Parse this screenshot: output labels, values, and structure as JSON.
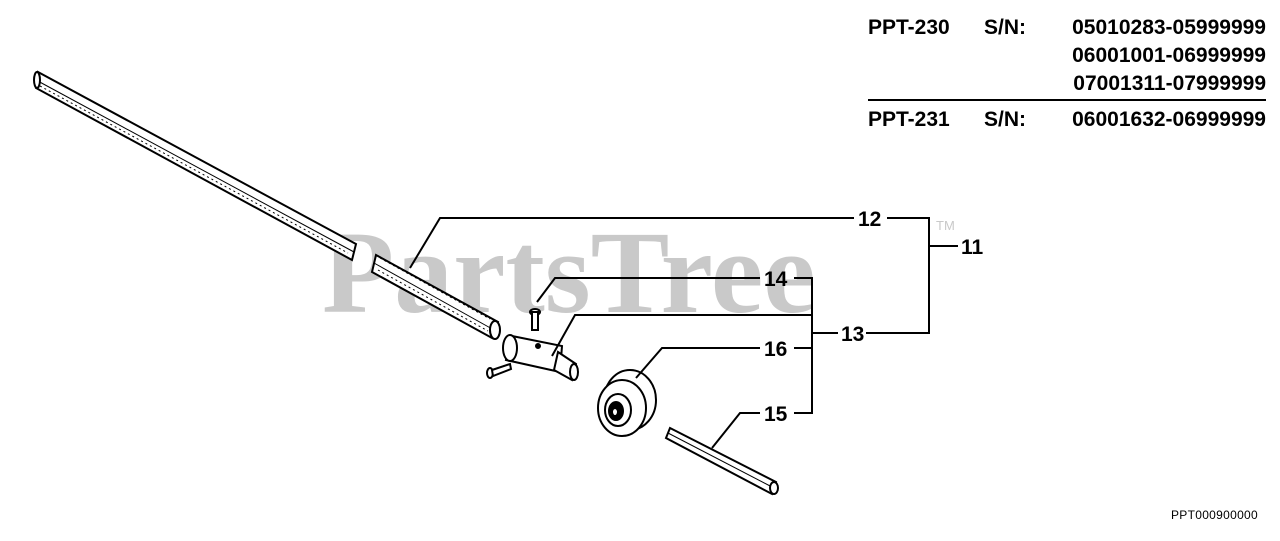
{
  "header": {
    "rows": [
      {
        "model": "PPT-230",
        "sn_label": "S/N:",
        "range": "05010283-05999999"
      },
      {
        "model": "",
        "sn_label": "",
        "range": "06001001-06999999"
      },
      {
        "model": "",
        "sn_label": "",
        "range": "07001311-07999999"
      },
      {
        "model": "PPT-231",
        "sn_label": "S/N:",
        "range": "06001632-06999999"
      }
    ]
  },
  "watermark": {
    "text": "PartsTree",
    "mark": "TM"
  },
  "callouts": {
    "c11": "11",
    "c12": "12",
    "c13": "13",
    "c14": "14",
    "c15": "15",
    "c16": "16"
  },
  "parts": {
    "long_shaft": "drive-shaft",
    "short_shaft": "shaft-section",
    "coupler": "shaft-coupler",
    "bearing": "ball-bearing",
    "pin": "square-drive-shaft",
    "screw_a": "screw",
    "screw_b": "screw"
  },
  "diagram_code": "PPT000900000"
}
